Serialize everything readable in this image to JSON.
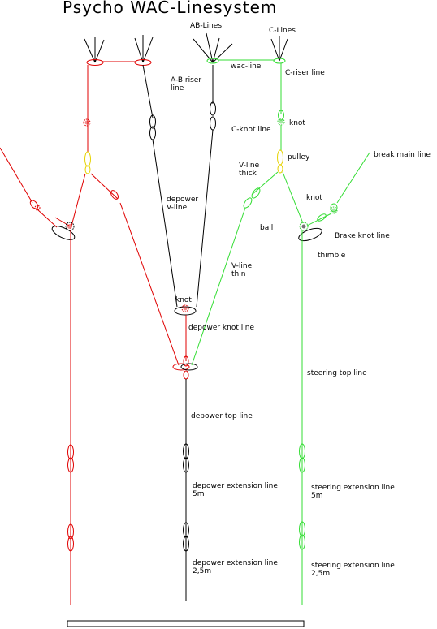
{
  "title": "Psycho WAC-Linesystem",
  "labels": {
    "ab_lines": "AB-Lines",
    "c_lines": "C-Lines",
    "wac_line": "wac-line",
    "ab_riser_1": "A-B riser",
    "ab_riser_2": "line",
    "c_riser": "C-riser line",
    "knot_green": "knot",
    "c_knot_line": "C-knot line",
    "pulley": "pulley",
    "v_thick_1": "V-line",
    "v_thick_2": "thick",
    "break_main": "break main line",
    "depower_v_1": "depower",
    "depower_v_2": "V-line",
    "knot_right": "knot",
    "ball": "ball",
    "brake_knot": "Brake knot line",
    "thimble": "thimble",
    "v_thin_1": "V-line",
    "v_thin_2": "thin",
    "knot_center": "knot",
    "depower_knot": "depower knot line",
    "steering_top": "steering top line",
    "depower_top": "depower top line",
    "depower_ext5_1": "depower extension line",
    "depower_ext5_2": "5m",
    "steering_ext5_1": "steering extension line",
    "steering_ext5_2": "5m",
    "depower_ext25_1": "depower extension line",
    "depower_ext25_2": "2,5m",
    "steering_ext25_1": "steering extension line",
    "steering_ext25_2": "2,5m"
  },
  "colors": {
    "depower_side": "#e00000",
    "center": "#000000",
    "steering_side": "#33dd33",
    "pulley": "#e6d200"
  }
}
